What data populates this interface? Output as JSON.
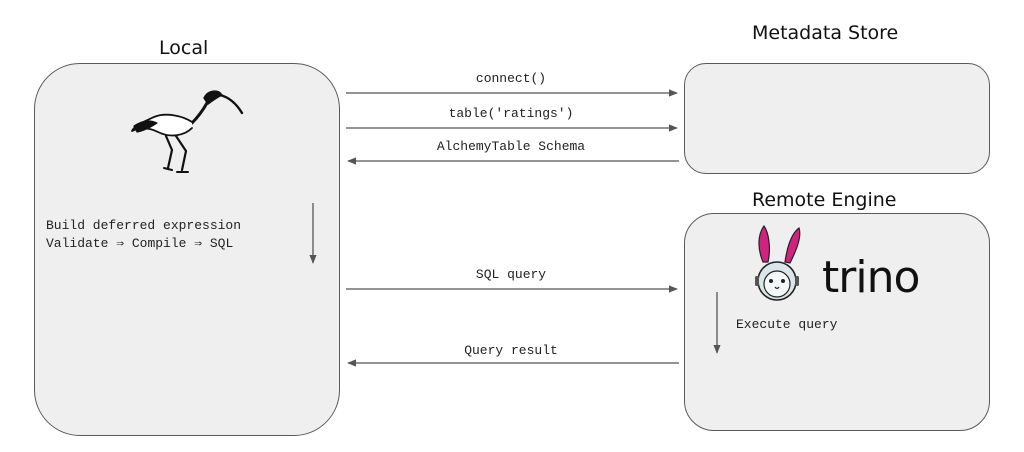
{
  "local": {
    "title": "Local",
    "line1": "Build deferred expression",
    "line2": "Validate ⇒ Compile ⇒ SQL",
    "logo_icon": "ibis-bird-icon"
  },
  "metadata_store": {
    "title": "Metadata Store"
  },
  "remote_engine": {
    "title": "Remote Engine",
    "logo_text": "trino",
    "logo_icon": "trino-bunny-icon",
    "note": "Execute query"
  },
  "messages": [
    {
      "label": "connect()",
      "direction": "right"
    },
    {
      "label": "table('ratings')",
      "direction": "right"
    },
    {
      "label": "AlchemyTable Schema",
      "direction": "left"
    },
    {
      "label": "SQL query",
      "direction": "right"
    },
    {
      "label": "Query result",
      "direction": "left"
    }
  ],
  "colors": {
    "box_fill": "#efefef",
    "box_border": "#5a5a5a",
    "arrow": "#555555",
    "bunny_ears": "#d0237f"
  }
}
